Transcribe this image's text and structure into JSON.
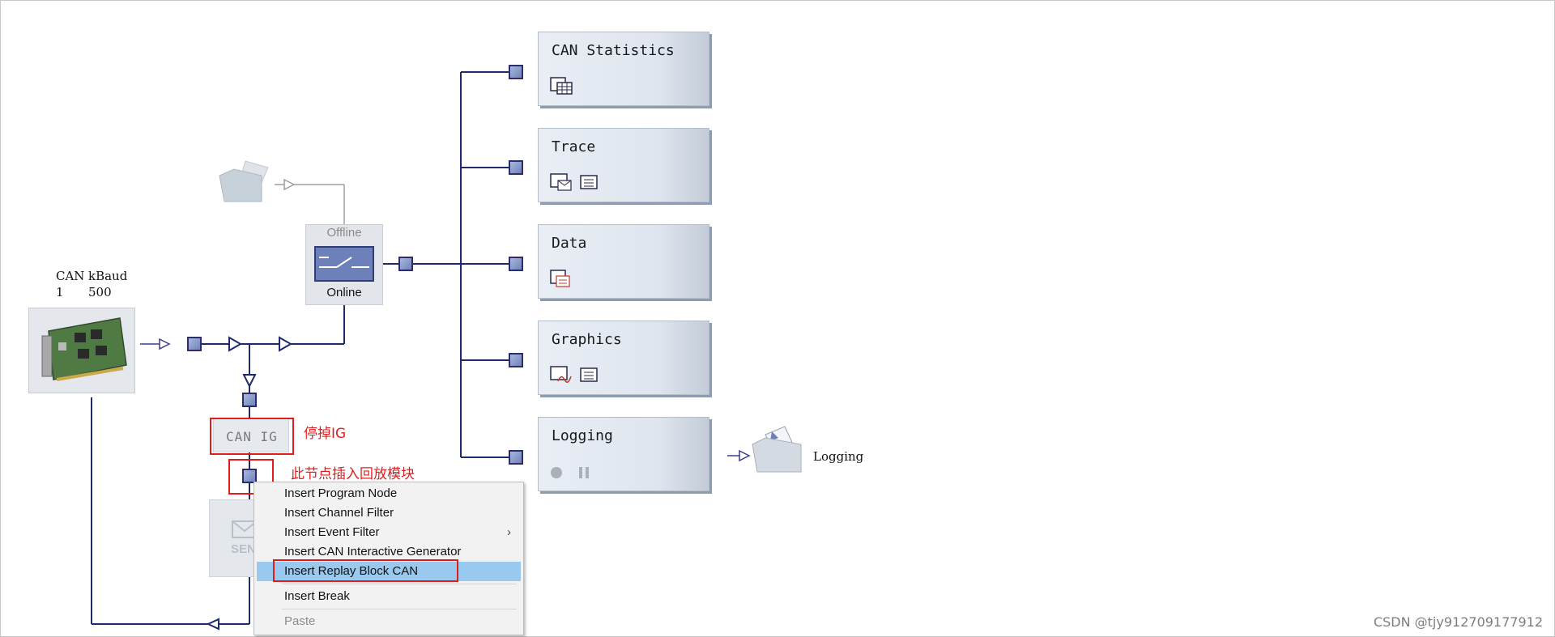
{
  "hardware": {
    "col1_header": "CAN",
    "col1_value": "1",
    "col2_header": "kBaud",
    "col2_value": "500"
  },
  "switch": {
    "offline_label": "Offline",
    "online_label": "Online"
  },
  "interactive_generator": {
    "label": "CAN IG"
  },
  "send_block": {
    "label": "SEN"
  },
  "annotations": {
    "stop_ig": "停掉IG",
    "insert_here": "此节点插入回放模块"
  },
  "blocks": [
    {
      "title": "CAN Statistics",
      "icons": [
        "statistics-table-icon"
      ]
    },
    {
      "title": "Trace",
      "icons": [
        "trace-window-icon",
        "trace-config-icon"
      ]
    },
    {
      "title": "Data",
      "icons": [
        "data-window-icon"
      ]
    },
    {
      "title": "Graphics",
      "icons": [
        "graphics-window-icon",
        "graphics-config-icon"
      ]
    },
    {
      "title": "Logging",
      "icons": [
        "record-icon",
        "pause-icon"
      ]
    }
  ],
  "logging_sink": {
    "label": "Logging"
  },
  "context_menu": {
    "items": [
      {
        "label": "Insert Program Node",
        "submenu": false,
        "state": "normal"
      },
      {
        "label": "Insert Channel Filter",
        "submenu": false,
        "state": "normal"
      },
      {
        "label": "Insert Event Filter",
        "submenu": true,
        "state": "normal"
      },
      {
        "label": "Insert CAN Interactive Generator",
        "submenu": false,
        "state": "normal"
      },
      {
        "label": "Insert Replay Block CAN",
        "submenu": false,
        "state": "selected"
      },
      {
        "label": "Insert Break",
        "submenu": false,
        "state": "normal"
      },
      {
        "label": "Paste",
        "submenu": false,
        "state": "disabled"
      }
    ],
    "submenu_arrow": "›"
  },
  "watermark": "CSDN @tjy912709177912",
  "colors": {
    "wire": "#1f2a6b",
    "highlight": "#e21b1b",
    "menu_selected": "#99c9ef"
  }
}
